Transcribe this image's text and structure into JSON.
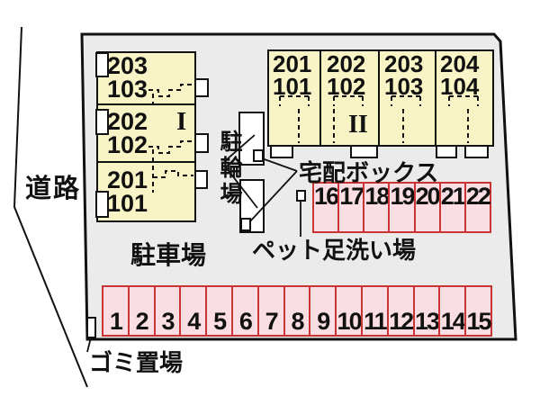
{
  "title": "apartment-site-plan",
  "labels": {
    "road": "道路",
    "parking_lot": "駐車場",
    "bicycle_parking": "駐輪場",
    "delivery_box": "宅配ボックス",
    "pet_wash": "ペット足洗い場",
    "garbage": "ゴミ置場"
  },
  "building1": {
    "numeral": "I",
    "units": [
      {
        "upper": "203",
        "lower": "103"
      },
      {
        "upper": "202",
        "lower": "102"
      },
      {
        "upper": "201",
        "lower": "101"
      }
    ]
  },
  "building2": {
    "numeral": "II",
    "units": [
      {
        "upper": "201",
        "lower": "101"
      },
      {
        "upper": "202",
        "lower": "102"
      },
      {
        "upper": "203",
        "lower": "103"
      },
      {
        "upper": "204",
        "lower": "104"
      }
    ]
  },
  "parking": {
    "bottom_numbers": [
      "1",
      "2",
      "3",
      "4",
      "5",
      "6",
      "7",
      "8",
      "9",
      "10",
      "11",
      "12",
      "13",
      "14",
      "15"
    ],
    "right_numbers": [
      "16",
      "17",
      "18",
      "19",
      "20",
      "21",
      "22"
    ]
  },
  "colors": {
    "site_fill": "#ebebeb",
    "building_fill": "#f8f4c6",
    "parking_fill": "#fbdee4",
    "parking_border": "#c93434",
    "line": "#111111"
  }
}
